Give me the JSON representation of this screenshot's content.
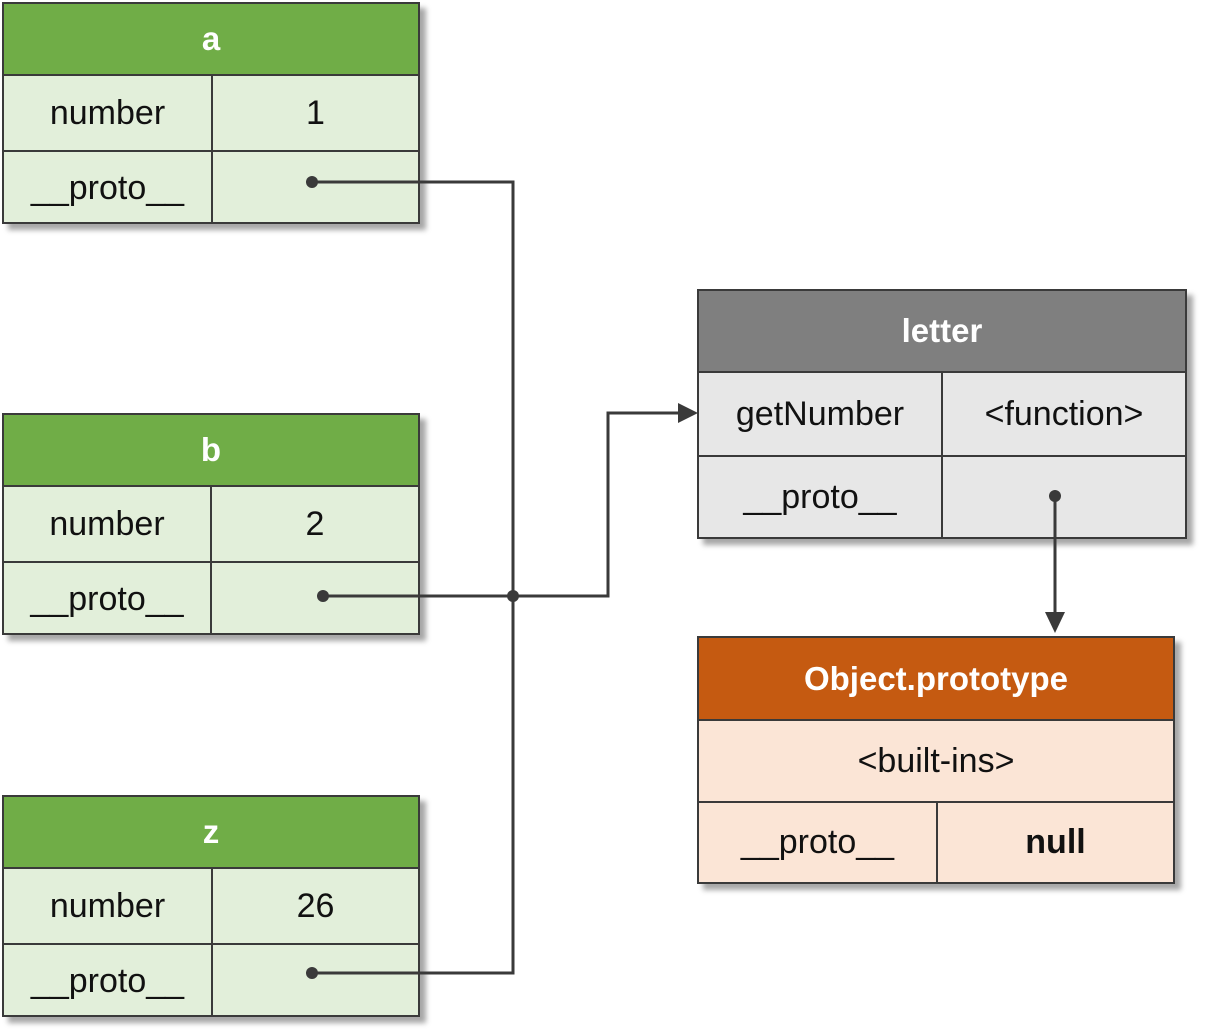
{
  "objects": {
    "a": {
      "title": "a",
      "rows": [
        {
          "key": "number",
          "value": "1"
        },
        {
          "key": "__proto__",
          "value": ""
        }
      ]
    },
    "b": {
      "title": "b",
      "rows": [
        {
          "key": "number",
          "value": "2"
        },
        {
          "key": "__proto__",
          "value": ""
        }
      ]
    },
    "z": {
      "title": "z",
      "rows": [
        {
          "key": "number",
          "value": "26"
        },
        {
          "key": "__proto__",
          "value": ""
        }
      ]
    },
    "letter": {
      "title": "letter",
      "rows": [
        {
          "key": "getNumber",
          "value": "<function>"
        },
        {
          "key": "__proto__",
          "value": ""
        }
      ]
    },
    "object_prototype": {
      "title": "Object.prototype",
      "builtins": "<built-ins>",
      "proto_key": "__proto__",
      "proto_value": "null"
    }
  },
  "colors": {
    "green_header": "#70ad47",
    "green_body": "#e2efda",
    "gray_header": "#7f7f7f",
    "gray_body": "#e7e7e7",
    "orange_header": "#c55a11",
    "orange_body": "#fbe5d6",
    "line": "#3a3a3a"
  }
}
